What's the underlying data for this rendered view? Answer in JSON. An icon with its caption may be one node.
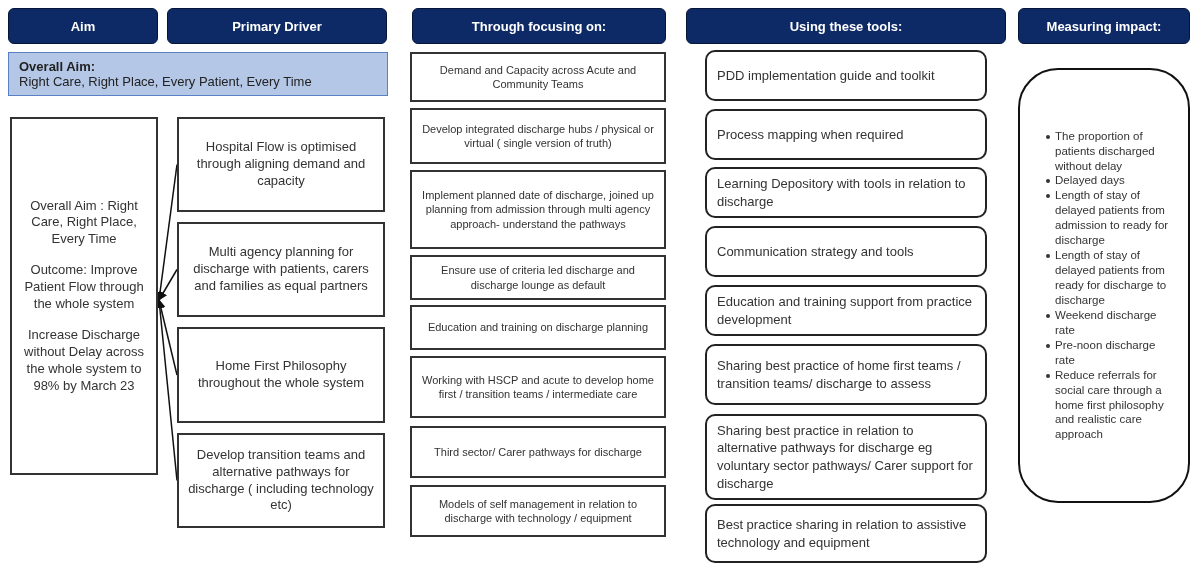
{
  "diagram": {
    "nodes": [
      {
        "text": [
          "Aim"
        ]
      },
      {
        "text": [
          "Primary Driver"
        ]
      },
      {
        "text": [
          "Through focusing on:"
        ]
      },
      {
        "text": [
          "Using these tools:"
        ]
      },
      {
        "text": [
          "Measuring impact:"
        ]
      },
      {
        "text": [
          "Overall Aim:",
          "Right Care, Right Place, Every Patient, Every Time"
        ]
      },
      {
        "text": [
          "Overall Aim : Right Care, Right Place, Every Time",
          "Outcome: Improve Patient Flow through the whole system",
          "Increase Discharge without Delay across the whole system to 98% by March 23"
        ]
      },
      {
        "text": [
          "Hospital Flow is optimised through aligning demand and capacity"
        ]
      },
      {
        "text": [
          "Multi agency planning for discharge with patients, carers and families as equal partners"
        ]
      },
      {
        "text": [
          "Home First Philosophy throughout the whole system"
        ]
      },
      {
        "text": [
          "Develop transition teams and alternative pathways for discharge ( including technology etc)"
        ]
      },
      {
        "text": [
          "Demand and Capacity across Acute and Community Teams"
        ]
      },
      {
        "text": [
          "Develop integrated discharge hubs / physical or virtual ( single version of truth)"
        ]
      },
      {
        "text": [
          "Implement planned date of discharge, joined up planning from admission through multi agency approach- understand the pathways"
        ]
      },
      {
        "text": [
          "Ensure use of criteria led discharge and discharge lounge as default"
        ]
      },
      {
        "text": [
          "Education and training on discharge planning"
        ]
      },
      {
        "text": [
          "Working with HSCP and acute to develop home first / transition teams / intermediate care"
        ]
      },
      {
        "text": [
          "Third sector/ Carer pathways for discharge"
        ]
      },
      {
        "text": [
          "Models of self management in relation to discharge with technology / equipment"
        ]
      },
      {
        "text": [
          "PDD implementation guide and toolkit"
        ]
      },
      {
        "text": [
          "Process mapping when required"
        ]
      },
      {
        "text": [
          "Learning Depository with tools in relation to discharge"
        ]
      },
      {
        "text": [
          "Communication strategy and tools"
        ]
      },
      {
        "text": [
          "Education and training support from practice development"
        ]
      },
      {
        "text": [
          "Sharing best practice of home first teams / transition teams/ discharge to assess"
        ]
      },
      {
        "text": [
          "Sharing best practice in relation to alternative pathways for discharge eg voluntary sector pathways/ Carer support for discharge"
        ]
      },
      {
        "text": [
          "Best practice sharing in relation to assistive technology and equipment"
        ]
      },
      {
        "text": [
          "The proportion of patients discharged without delay",
          "Delayed days",
          "Length of stay of delayed patients from admission to ready for discharge",
          "Length of stay of delayed patients from ready for discharge to discharge",
          "Weekend discharge rate",
          "Pre-noon discharge rate",
          "Reduce referrals for social care through a home first philosophy and realistic care approach"
        ]
      }
    ],
    "edges": [
      {
        "from": 7,
        "to": 6,
        "arrow": "to"
      },
      {
        "from": 8,
        "to": 6,
        "arrow": "to"
      },
      {
        "from": 9,
        "to": 6,
        "arrow": "to"
      },
      {
        "from": 10,
        "to": 6,
        "arrow": "to"
      }
    ]
  }
}
